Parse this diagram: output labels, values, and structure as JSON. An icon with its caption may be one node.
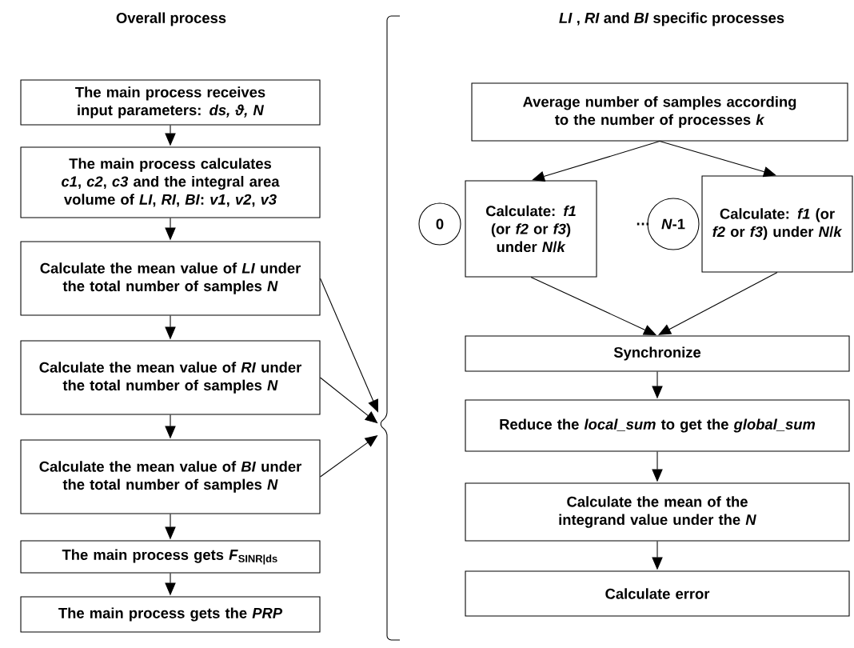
{
  "diagram": {
    "nodes": [
      {
        "text": [
          "The main process receives input parameters: *ds, ϑ, N*"
        ]
      },
      {
        "text": [
          "The main process calculates *c1*, *c2*, *c3* and the integral area volume of *LI*, *RI*, *BI*: *v1*, *v2*, *v3*"
        ]
      },
      {
        "text": [
          "Calculate the mean value of *LI* under the total number of samples *N*"
        ]
      },
      {
        "text": [
          "Calculate the mean value of *RI* under the total number of samples *N*"
        ]
      },
      {
        "text": [
          "Calculate the mean value of *BI* under the total number of samples *N*"
        ]
      },
      {
        "text": [
          "The main process gets *F*$_{SINR|ds}$"
        ]
      },
      {
        "text": [
          "The main process gets the *PRP*"
        ]
      },
      {
        "text": [],
        "shape": "brace"
      },
      {
        "text": [
          "Average number of samples according to the number of processes *k*"
        ]
      },
      {
        "text": [
          "0"
        ]
      },
      {
        "text": [
          "Calculate: *f1* (or *f2* or *f3*) under *N*/*k*"
        ]
      },
      {
        "text": [
          "*N*-1"
        ]
      },
      {
        "text": [
          "Calculate: *f1* (or *f2* or *f3*) under *N*/*k*"
        ]
      },
      {
        "text": [
          "Synchronize"
        ]
      },
      {
        "text": [
          "Reduce the *local_sum* to get the *global_sum*"
        ]
      },
      {
        "text": [
          "Calculate the mean of the integrand value under the *N*"
        ]
      },
      {
        "text": [
          "Calculate error"
        ]
      }
    ],
    "edges": [
      {
        "from": 0,
        "to": 1,
        "arrow": "to"
      },
      {
        "from": 1,
        "to": 2,
        "arrow": "to"
      },
      {
        "from": 2,
        "to": 3,
        "arrow": "to"
      },
      {
        "from": 3,
        "to": 4,
        "arrow": "to"
      },
      {
        "from": 4,
        "to": 5,
        "arrow": "to"
      },
      {
        "from": 5,
        "to": 6,
        "arrow": "to"
      },
      {
        "from": 2,
        "to": 7,
        "arrow": "to"
      },
      {
        "from": 3,
        "to": 7,
        "arrow": "to"
      },
      {
        "from": 4,
        "to": 7,
        "arrow": "to"
      },
      {
        "from": 8,
        "to": 10,
        "arrow": "to"
      },
      {
        "from": 8,
        "to": 12,
        "arrow": "to"
      },
      {
        "from": 10,
        "to": 13,
        "arrow": "to"
      },
      {
        "from": 12,
        "to": 13,
        "arrow": "to"
      },
      {
        "from": 13,
        "to": 14,
        "arrow": "to"
      },
      {
        "from": 14,
        "to": 15,
        "arrow": "to"
      },
      {
        "from": 15,
        "to": 16,
        "arrow": "to"
      }
    ],
    "labels": [
      "Overall process",
      "*LI* , *RI* and *BI* specific processes",
      "…"
    ]
  }
}
